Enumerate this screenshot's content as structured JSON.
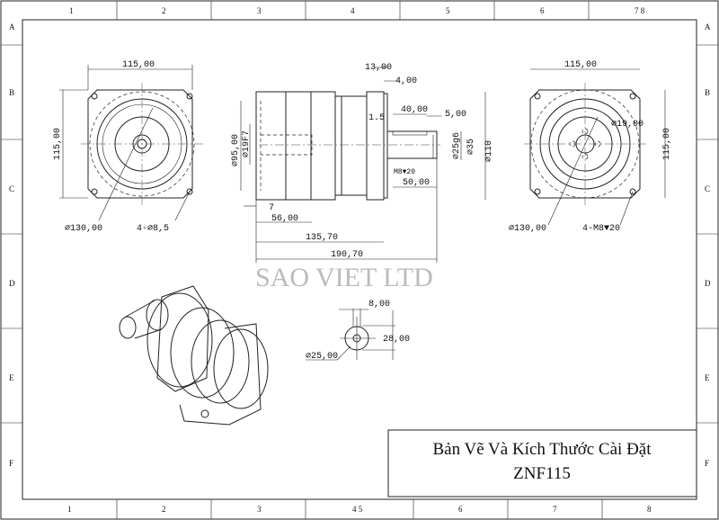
{
  "frame": {
    "columns_top": [
      "1",
      "2",
      "3",
      "4",
      "5",
      "6",
      "7 8"
    ],
    "columns_bottom": [
      "1",
      "2",
      "3",
      "4 5",
      "6",
      "7",
      "8"
    ],
    "rows_left": [
      "A",
      "B",
      "C",
      "D",
      "E",
      "F"
    ],
    "rows_right": [
      "A",
      "B",
      "C",
      "D",
      "E",
      "F"
    ]
  },
  "front_view": {
    "width": "115,00",
    "height": "115,00",
    "pcd": "⌀130,00",
    "holes": "4-⌀8,5"
  },
  "side_view": {
    "d13": "13,00",
    "d4": "4,00",
    "d1_5": "1.5",
    "d40": "40,00",
    "d5": "5,00",
    "d95": "⌀95,00",
    "d19": "⌀19F7",
    "d25": "⌀25g6",
    "d35": "⌀35",
    "d110": "⌀110",
    "tap": "M8▼20",
    "d50": "50,00",
    "d7": "7",
    "d56": "56,00",
    "d135": "135,70",
    "d190": "190,70"
  },
  "rear_view": {
    "width": "115,00",
    "height": "115,00",
    "pcd": "⌀130,00",
    "bore": "⌀19,00",
    "taps": "4-M8▼20"
  },
  "shaft_section": {
    "key": "8,00",
    "height": "28,00",
    "dia": "⌀25,00"
  },
  "watermark": "SAO VIET LTD",
  "title_block": {
    "line1": "Bản Vẽ Và Kích Thước Cài Đặt",
    "line2": "ZNF115"
  }
}
